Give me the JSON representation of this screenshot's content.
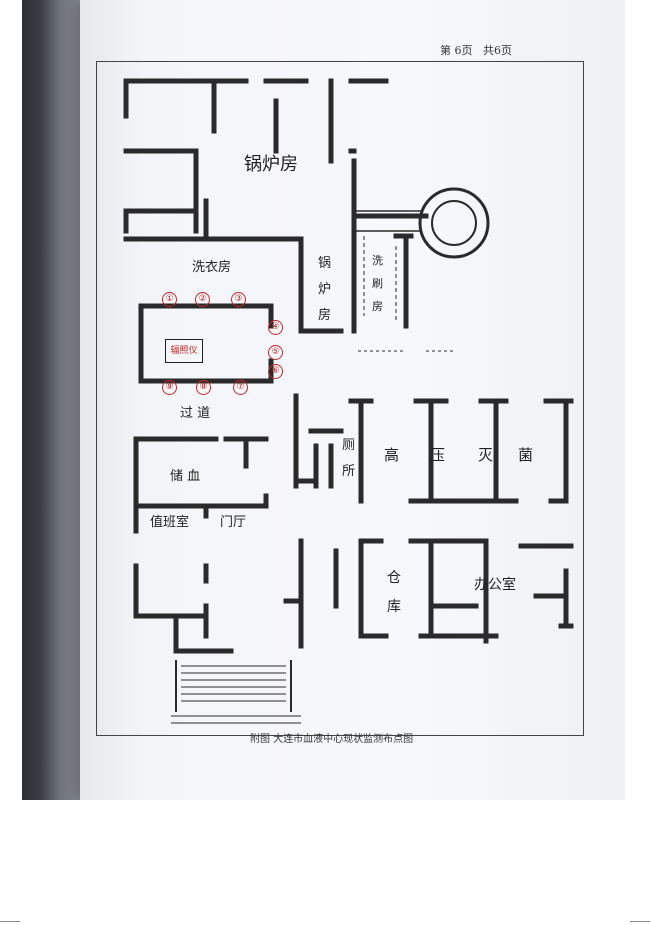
{
  "page_header": "第 6页   共6页",
  "rooms": {
    "boiler_room_main": "锅炉房",
    "laundry": "洗衣房",
    "boiler_room_side": [
      "锅",
      "炉",
      "房"
    ],
    "wash_room": [
      "洗",
      "刷",
      "房"
    ],
    "corridor": "过 道",
    "blood_storage": "储 血",
    "duty_room": "值班室",
    "lobby": "门厅",
    "toilet": [
      "厕",
      "所"
    ],
    "sterilization": [
      "高",
      "压",
      "灭",
      "菌"
    ],
    "warehouse": [
      "仓",
      "库"
    ],
    "office": "办公室"
  },
  "instrument_label": "辐照仪",
  "monitoring_points": [
    "①",
    "②",
    "③",
    "④",
    "⑤",
    "⑥",
    "⑦",
    "⑧",
    "⑨"
  ],
  "caption": "附图  大连市血液中心现状监测布点图",
  "colors": {
    "marker": "#c62828",
    "wall": "#2a2a2a"
  }
}
